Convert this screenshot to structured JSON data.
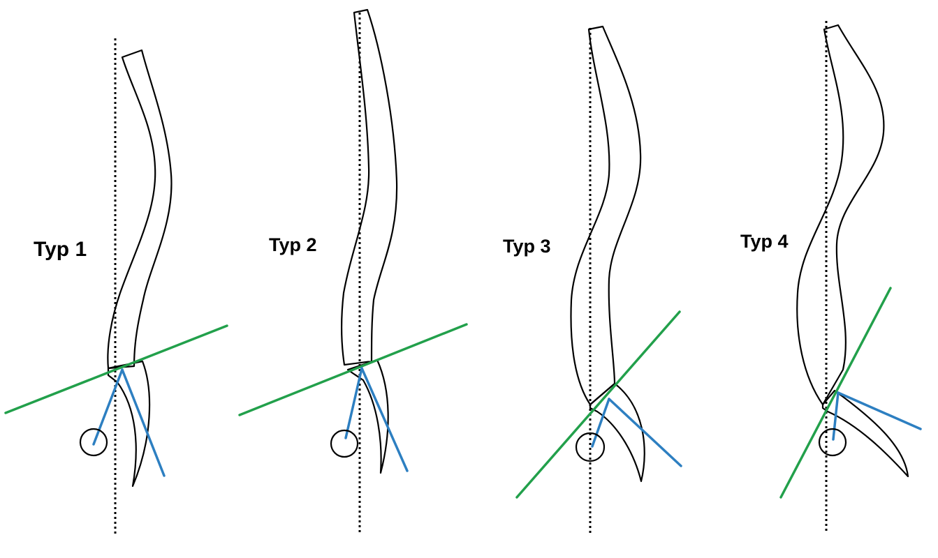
{
  "diagram": {
    "panels": [
      {
        "label": "Typ 1"
      },
      {
        "label": "Typ 2"
      },
      {
        "label": "Typ 3"
      },
      {
        "label": "Typ 4"
      }
    ],
    "colors": {
      "outline": "#000000",
      "plumb_line": "#000000",
      "sacral_endplate_line": "#22a04b",
      "angle_lines": "#2d7fc1",
      "background": "#ffffff"
    }
  }
}
